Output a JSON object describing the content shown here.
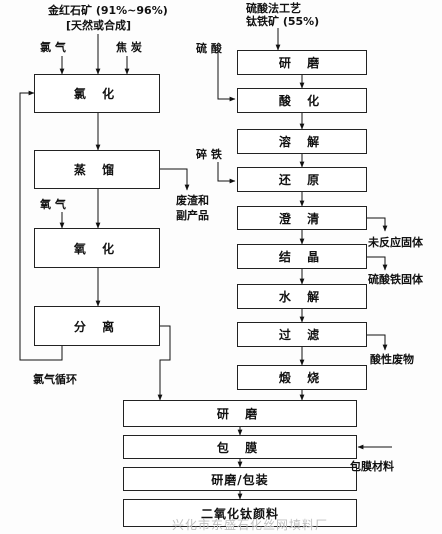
{
  "left_process": {
    "header_line1": "金红石矿 (91%~96%)",
    "header_line2": "[天然或合成]",
    "input_chlorine": "氯  气",
    "input_coke": "焦  炭",
    "step_chlorination": "氯 化",
    "step_distillation": "蒸 馏",
    "output_waste": "废渣和",
    "output_byproduct": "副产品",
    "input_oxygen": "氧  气",
    "step_oxidation": "氧 化",
    "step_separation": "分 离",
    "chlorine_recycle": "氯气循环"
  },
  "right_process": {
    "header_line1": "硫酸法工艺",
    "header_line2": "钛铁矿 (55%)",
    "input_sulfuric_acid": "硫  酸",
    "input_scrap_iron": "碎  铁",
    "steps": [
      "研 磨",
      "酸 化",
      "溶 解",
      "还 原",
      "澄 清",
      "结 晶",
      "水 解",
      "过 滤",
      "煅 烧"
    ],
    "output_unreacted_solids": "未反应固体",
    "output_ferrous_sulfate": "硫酸铁固体",
    "output_acid_waste": "酸性废物"
  },
  "common_process": {
    "steps": [
      "研 磨",
      "包 膜",
      "研磨/包装",
      "二氧化钛颜料"
    ],
    "input_coating_material": "包膜材料"
  },
  "watermark": "兴化市东盛石化丝网填料厂"
}
